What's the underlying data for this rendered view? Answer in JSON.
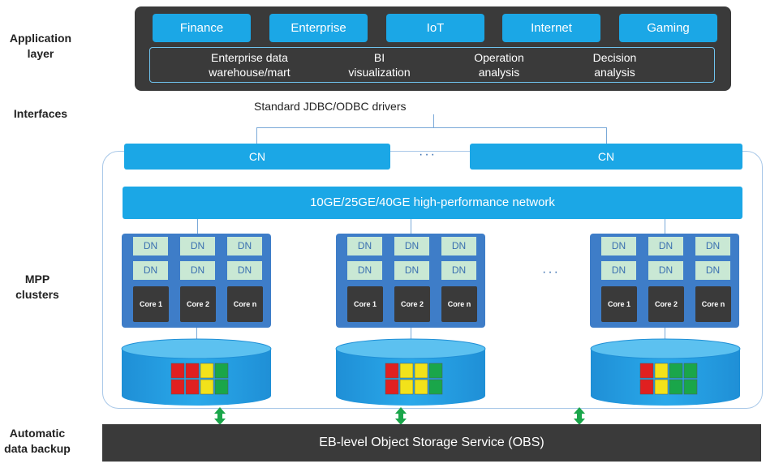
{
  "side_labels": {
    "application": "Application\nlayer",
    "interfaces": "Interfaces",
    "mpp": "MPP\nclusters",
    "backup": "Automatic\ndata backup"
  },
  "application_layer": {
    "industries": [
      "Finance",
      "Enterprise",
      "IoT",
      "Internet",
      "Gaming"
    ],
    "uses": [
      "Enterprise data\nwarehouse/mart",
      "BI\nvisualization",
      "Operation\nanalysis",
      "Decision\nanalysis"
    ]
  },
  "interfaces": {
    "drivers": "Standard JDBC/ODBC drivers"
  },
  "cn_nodes": [
    "CN",
    "CN"
  ],
  "ellipsis": "···",
  "network": "10GE/25GE/40GE high-performance network",
  "dn_label": "DN",
  "cores": [
    "Core 1",
    "Core 2",
    "Core n"
  ],
  "obs": "EB-level Object Storage Service (OBS)",
  "colors": {
    "accent": "#1ba7e6",
    "dark_panel": "#3a3a3a",
    "node_blue": "#3e7dc8",
    "dn_bg": "#c9e8d4",
    "arrow_green": "#1aa64a"
  },
  "storage_block_colors": [
    [
      "#e02020",
      "#e02020",
      "#f2e21a",
      "#1aa64a"
    ],
    [
      "#e02020",
      "#f2e21a",
      "#f2e21a",
      "#1aa64a"
    ],
    [
      "#e02020",
      "#f2e21a",
      "#1aa64a",
      "#1aa64a"
    ]
  ]
}
